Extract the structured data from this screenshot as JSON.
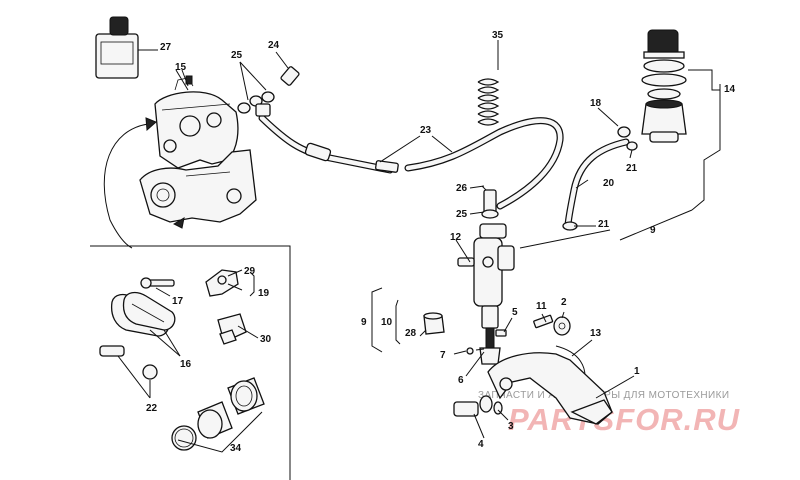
{
  "labels": {
    "l1": "1",
    "l2": "2",
    "l3": "3",
    "l4": "4",
    "l5": "5",
    "l6": "6",
    "l7": "7",
    "l9a": "9",
    "l9b": "9",
    "l10": "10",
    "l11": "11",
    "l12": "12",
    "l13": "13",
    "l14": "14",
    "l15": "15",
    "l16": "16",
    "l17": "17",
    "l18": "18",
    "l19": "19",
    "l20": "20",
    "l21a": "21",
    "l21b": "21",
    "l22": "22",
    "l23": "23",
    "l24": "24",
    "l25a": "25",
    "l25b": "25",
    "l26": "26",
    "l27": "27",
    "l28": "28",
    "l29": "29",
    "l30": "30",
    "l34": "34",
    "l35": "35"
  },
  "watermark": {
    "tagline": "ЗАПЧАСТИ И АКСЕССУАРЫ ДЛЯ МОТОТЕХНИКИ",
    "logo": "PARTSFOR.RU"
  }
}
